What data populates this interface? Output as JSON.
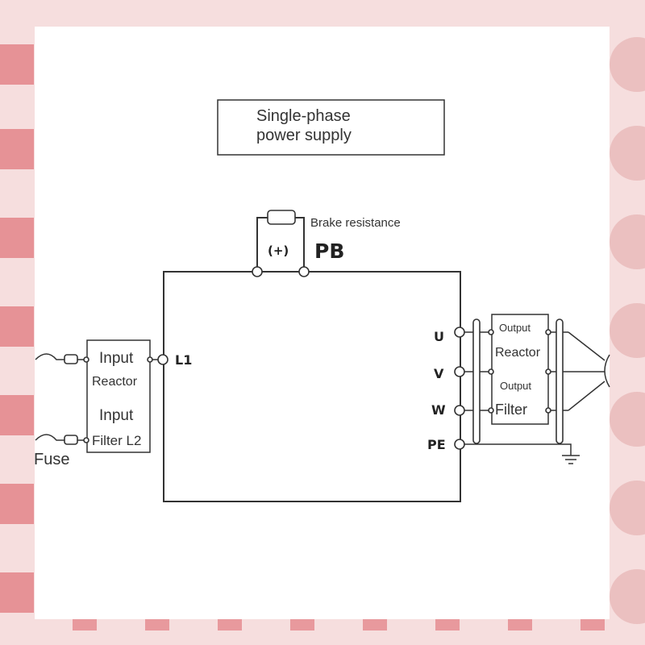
{
  "title_box": {
    "line1": "Single-phase",
    "line2": "power supply"
  },
  "brake": {
    "label": "Brake resistance",
    "plus": "(+)",
    "pb": "PB"
  },
  "inputs": {
    "fuse": "Fuse",
    "reactor_line1": "Input",
    "reactor_line2": "Reactor",
    "filter_line1": "Input",
    "filter_line2": "Filter L2",
    "l1": "L1"
  },
  "outputs": {
    "u": "U",
    "v": "V",
    "w": "W",
    "pe": "PE",
    "reactor_line1": "Output",
    "reactor_line2": "Reactor",
    "filter_line1": "Output",
    "filter_line2": "Filter"
  },
  "colors": {
    "line": "#333333",
    "accent_bg": "#f6dede",
    "stripe": "#d9535b"
  }
}
